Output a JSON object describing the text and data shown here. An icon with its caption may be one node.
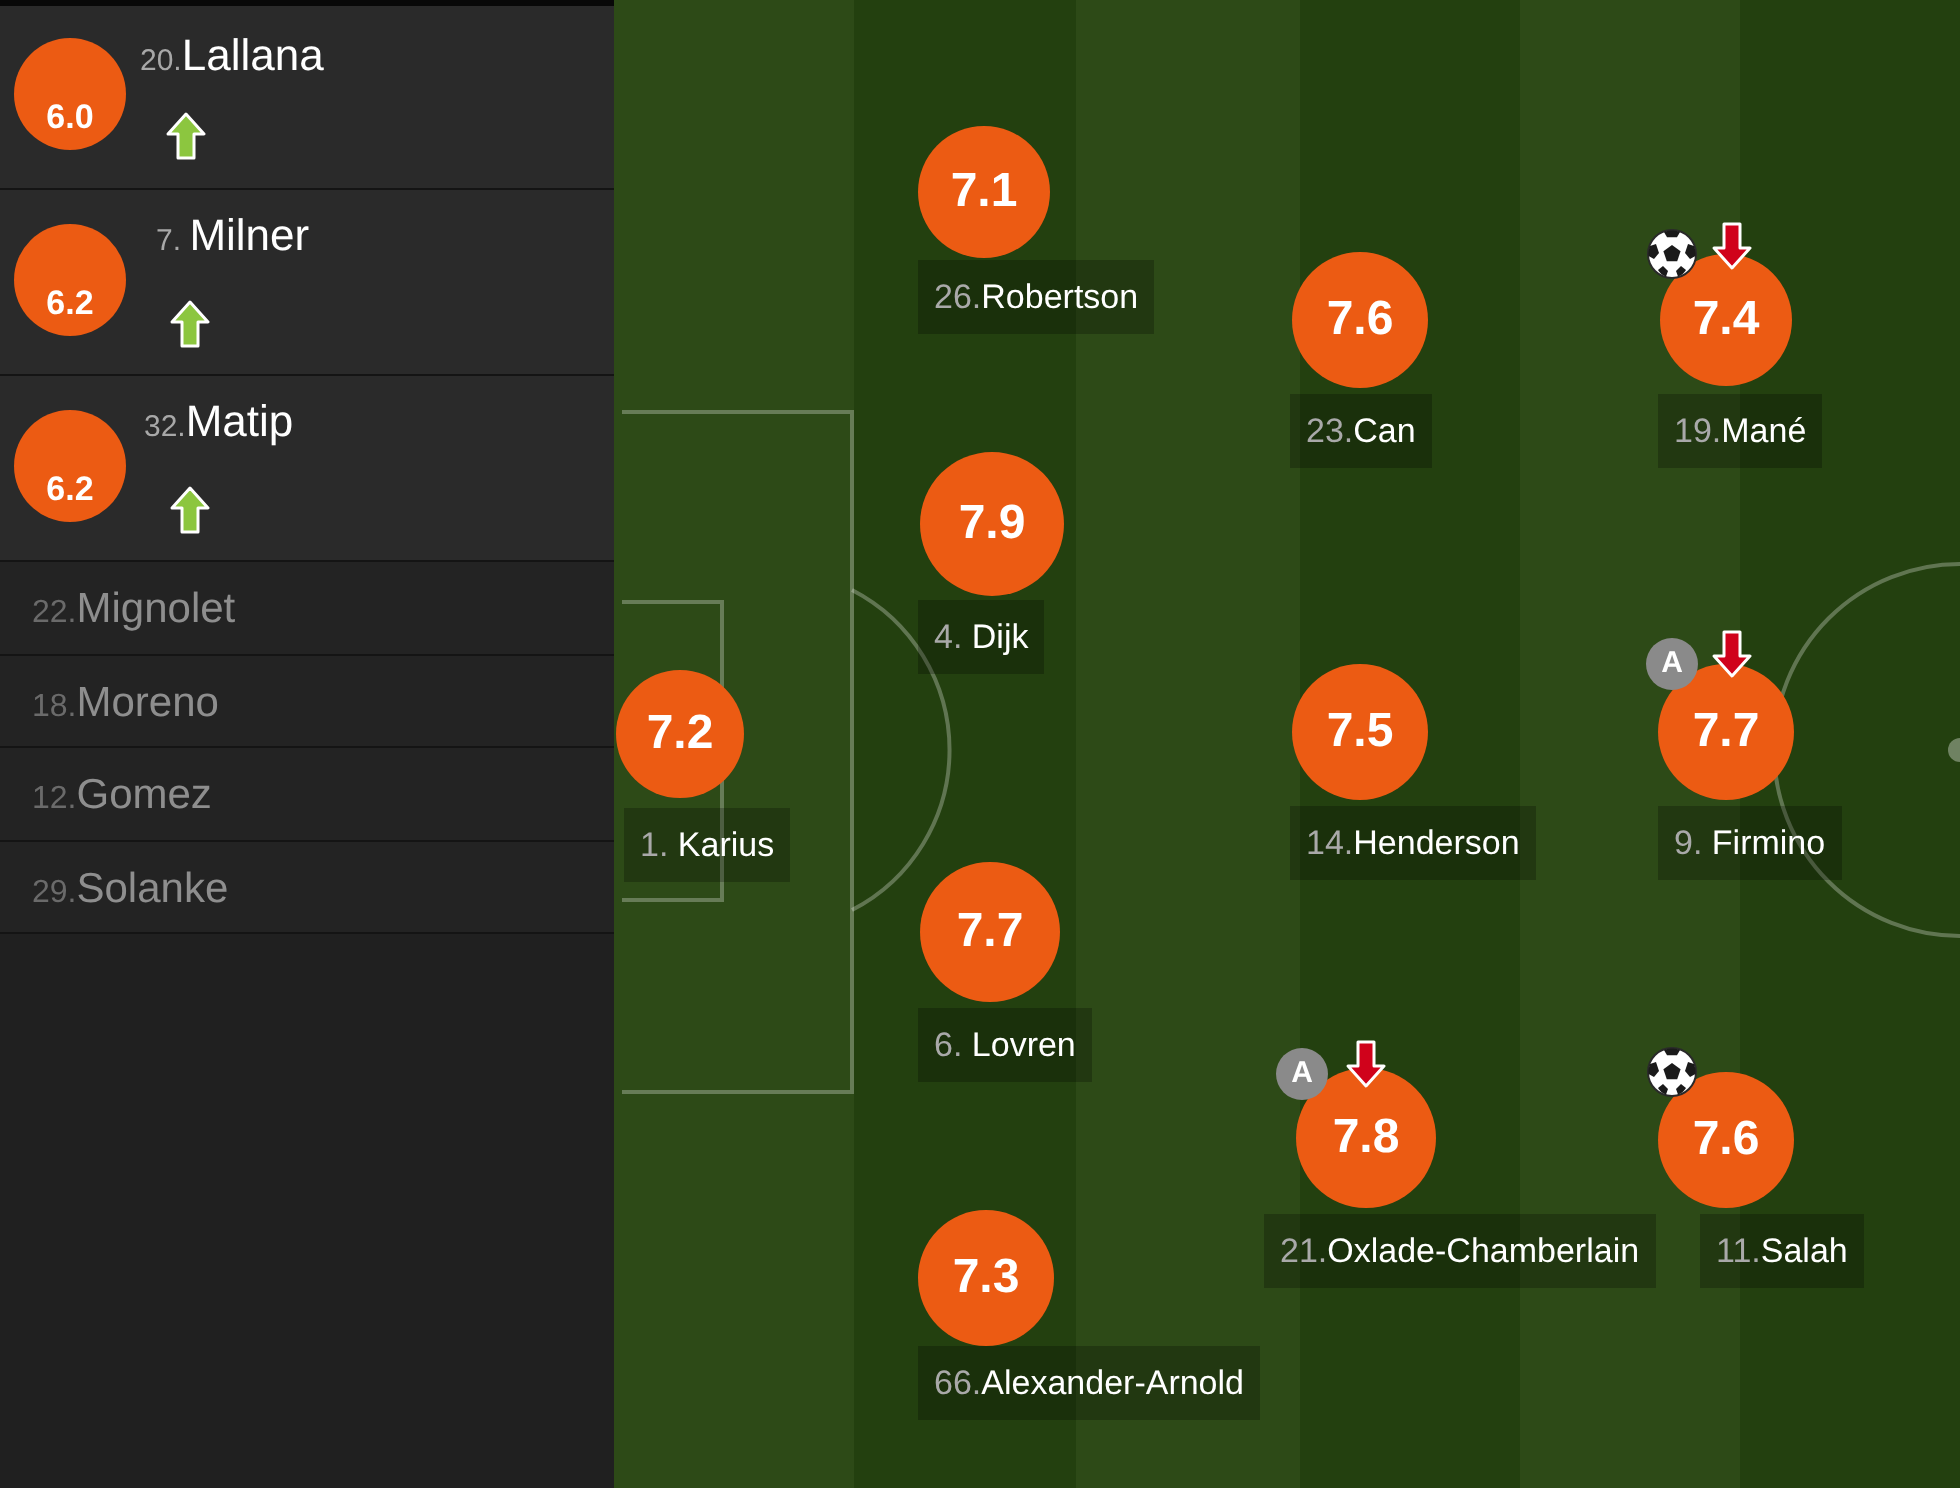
{
  "diagram": {
    "nodes": [
      {
        "text": [
          "20.Lallana"
        ]
      },
      {
        "text": [
          "6.0"
        ],
        "in": 0
      },
      {
        "text": [
          "7. Milner"
        ]
      },
      {
        "text": [
          "6.2"
        ],
        "in": 2
      },
      {
        "text": [
          "32.Matip"
        ]
      },
      {
        "text": [
          "6.2"
        ],
        "in": 4
      },
      {
        "text": [
          "22.Mignolet"
        ]
      },
      {
        "text": [
          "18.Moreno"
        ]
      },
      {
        "text": [
          "12.Gomez"
        ]
      },
      {
        "text": [
          "29.Solanke"
        ]
      },
      {
        "text": [
          "7.2"
        ]
      },
      {
        "text": [
          "1. Karius"
        ]
      },
      {
        "text": [
          "7.1"
        ]
      },
      {
        "text": [
          "26.Robertson"
        ]
      },
      {
        "text": [
          "7.9"
        ]
      },
      {
        "text": [
          "4. Dijk"
        ]
      },
      {
        "text": [
          "7.7"
        ]
      },
      {
        "text": [
          "6. Lovren"
        ]
      },
      {
        "text": [
          "7.3"
        ]
      },
      {
        "text": [
          "66.Alexander-Arnold"
        ]
      },
      {
        "text": [
          "7.6"
        ]
      },
      {
        "text": [
          "23.Can"
        ]
      },
      {
        "text": [
          "7.5"
        ]
      },
      {
        "text": [
          "14.Henderson"
        ]
      },
      {
        "text": [
          "A"
        ]
      },
      {
        "text": [
          "7.8"
        ]
      },
      {
        "text": [
          "21.Oxlade-Chamberlain"
        ]
      },
      {
        "text": [
          "7.4"
        ]
      },
      {
        "text": [
          "19.Mané"
        ]
      },
      {
        "text": [
          "A"
        ]
      },
      {
        "text": [
          "7.7"
        ]
      },
      {
        "text": [
          "9. Firmino"
        ]
      },
      {
        "text": [
          "7.6"
        ]
      },
      {
        "text": [
          "11.Salah"
        ]
      }
    ]
  }
}
